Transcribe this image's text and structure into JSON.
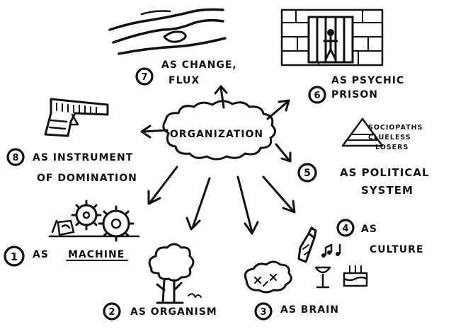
{
  "center": {
    "label": "ORGANIZATION"
  },
  "metaphors": [
    {
      "number": "1",
      "lines": [
        "AS",
        "MACHINE"
      ]
    },
    {
      "number": "2",
      "lines": [
        "AS ORGANISM"
      ]
    },
    {
      "number": "3",
      "lines": [
        "AS BRAIN"
      ]
    },
    {
      "number": "4",
      "lines": [
        "AS",
        "CULTURE"
      ]
    },
    {
      "number": "5",
      "lines": [
        "AS POLITICAL",
        "SYSTEM"
      ]
    },
    {
      "number": "6",
      "lines": [
        "AS PSYCHIC",
        "PRISON"
      ]
    },
    {
      "number": "7",
      "lines": [
        "AS CHANGE,",
        "FLUX"
      ]
    },
    {
      "number": "8",
      "lines": [
        "AS INSTRUMENT",
        "OF DOMINATION"
      ]
    }
  ],
  "pyramid": {
    "labels": [
      "SOCIOPATHS",
      "CLUELESS",
      "LOSERS"
    ]
  },
  "icons": {
    "machine": "gears-icon",
    "organism": "tree-icon",
    "brain": "brain-icon",
    "culture": "culture-icon",
    "political": "pyramid-icon",
    "prison": "prison-icon",
    "flux": "waves-icon",
    "domination": "gun-icon"
  }
}
